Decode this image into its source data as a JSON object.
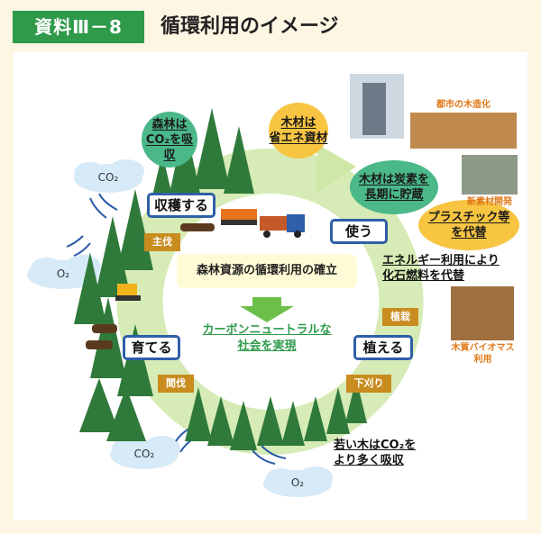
{
  "header": {
    "badge": "資料Ⅲ－8",
    "title": "循環利用のイメージ"
  },
  "center": {
    "title": "森林資源の循環利用の確立",
    "carbon_line1": "カーボンニュートラルな",
    "carbon_line2": "社会を実現"
  },
  "stages": {
    "harvest": "収穫する",
    "use": "使う",
    "plant": "植える",
    "grow": "育てる"
  },
  "tags": {
    "main_cut": "主伐",
    "planting": "植栽",
    "weeding": "下刈り",
    "thinning": "間伐"
  },
  "bubbles": {
    "forest_line1": "森林は",
    "forest_line2": "CO₂を吸収",
    "wood_line1": "木材は",
    "wood_line2": "省エネ資材",
    "carbon_line1": "木材は炭素を",
    "carbon_line2": "長期に貯蔵",
    "plastic_line1": "プラスチック等",
    "plastic_line2": "を代替"
  },
  "captions": {
    "energy_line1": "エネルギー利用により",
    "energy_line2": "化石燃料を代替",
    "young_line1": "若い木はCO₂を",
    "young_line2": "より多く吸収"
  },
  "gases": {
    "co2_left": "CO₂",
    "o2_left": "O₂",
    "co2_bottom": "CO₂",
    "o2_bottom": "O₂"
  },
  "photo_captions": {
    "urban": "都市の木造化",
    "material_line1": "新素材開発",
    "biomass_line1": "木質バイオマス",
    "biomass_line2": "利用"
  },
  "colors": {
    "accent_green": "#2e9a4a",
    "stage_border": "#2f5fa8",
    "tag": "#c98c1f",
    "bubble_green": "#4bb88a",
    "bubble_yellow": "#f7c542"
  }
}
